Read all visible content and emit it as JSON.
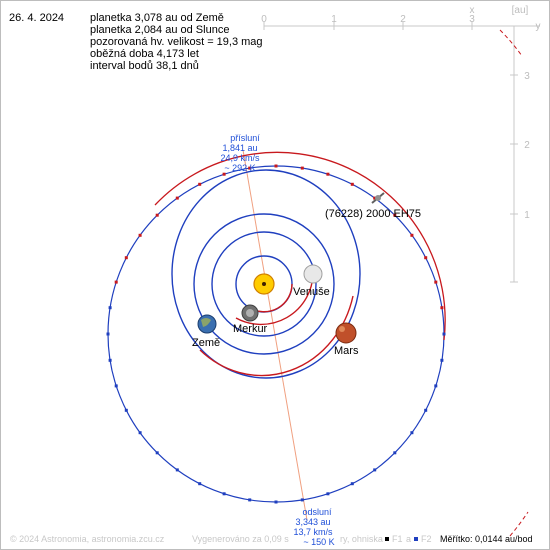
{
  "date": "26. 4. 2024",
  "facts": [
    "planetka 3,078 au od Země",
    "planetka 2,084 au od Slunce",
    "pozorovaná hv. velikost = 19,3 mag",
    "oběžná doba 4,173 let",
    "interval bodů 38,1 dnů"
  ],
  "axis": {
    "unit": "[au]",
    "x_letter": "x",
    "y_letter": "y",
    "x_ticks": [
      "0",
      "1",
      "2",
      "3"
    ],
    "y_ticks": [
      "3",
      "2",
      "1"
    ]
  },
  "bodies": {
    "venus": "Venuše",
    "mercury": "Merkur",
    "earth": "Země",
    "mars": "Mars",
    "asteroid": "(76228) 2000 EH75"
  },
  "perihelion": [
    "přísluní",
    "1,841 au",
    "24,9 km/s",
    "~ 292 K"
  ],
  "aphelion": [
    "odsluní",
    "3,343 au",
    "13,7 km/s",
    "~ 150 K"
  ],
  "footer": {
    "copyright": "© 2024 Astronomia, astronomia.zcu.cz",
    "generated": "Vygenerováno za 0,09 s",
    "legend_mid": "ry, ohniska",
    "f1": "F1",
    "a": "a",
    "f2": "F2",
    "scale": "Měřítko: 0,0144 au/bod"
  },
  "colors": {
    "orbit_blue": "#1f3fbf",
    "orbit_red": "#c8191e",
    "apsis_line": "#f0a080",
    "sun": "#ffcc00",
    "mars": "#c0502a"
  }
}
